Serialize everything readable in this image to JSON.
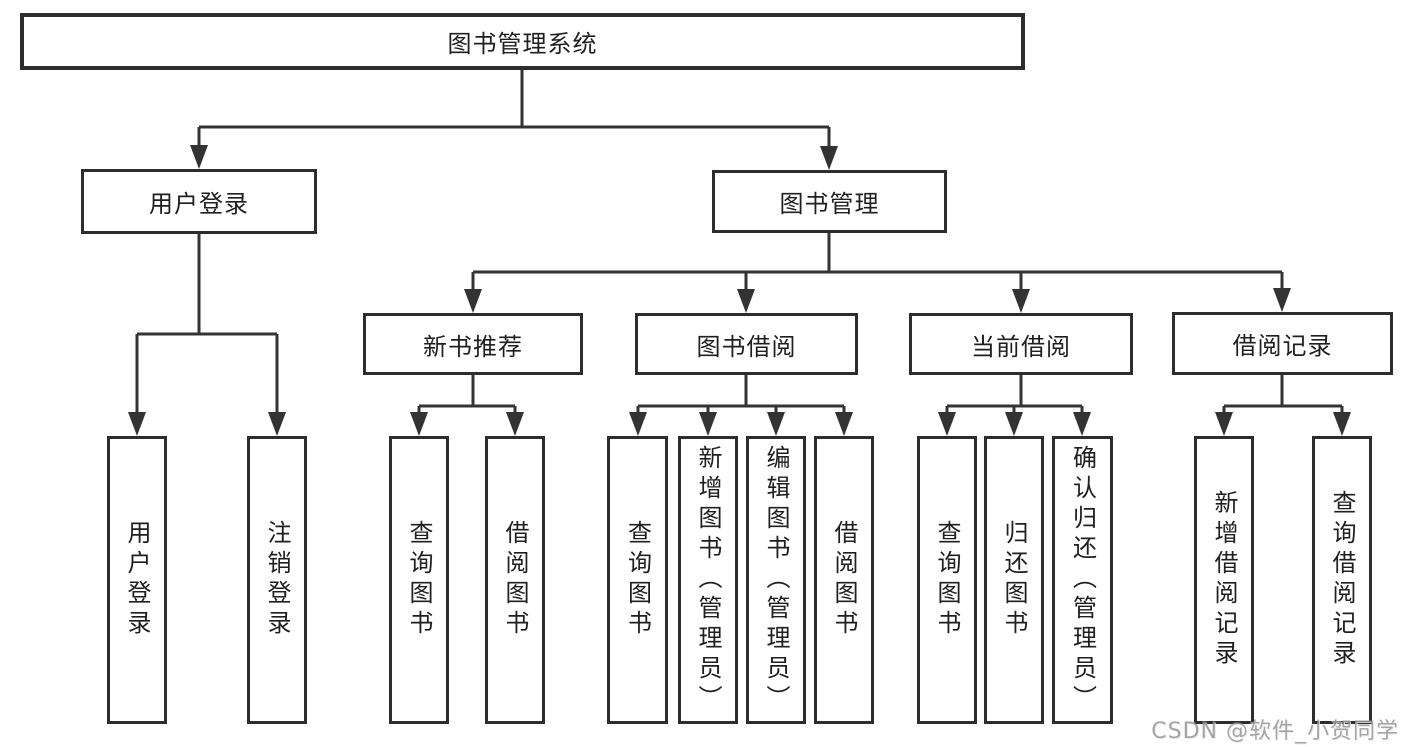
{
  "tree": {
    "label": "图书管理系统",
    "children": [
      {
        "label": "用户登录",
        "children": [
          {
            "label": "用户登录"
          },
          {
            "label": "注销登录"
          }
        ]
      },
      {
        "label": "图书管理",
        "children": [
          {
            "label": "新书推荐",
            "children": [
              {
                "label": "查询图书"
              },
              {
                "label": "借阅图书"
              }
            ]
          },
          {
            "label": "图书借阅",
            "children": [
              {
                "label": "查询图书"
              },
              {
                "label": "新增图书（管理员）"
              },
              {
                "label": "编辑图书（管理员）"
              },
              {
                "label": "借阅图书"
              }
            ]
          },
          {
            "label": "当前借阅",
            "children": [
              {
                "label": "查询图书"
              },
              {
                "label": "归还图书"
              },
              {
                "label": "确认归还（管理员）"
              }
            ]
          },
          {
            "label": "借阅记录",
            "children": [
              {
                "label": "新增借阅记录"
              },
              {
                "label": "查询借阅记录"
              }
            ]
          }
        ]
      }
    ]
  },
  "watermark": {
    "text": "CSDN @软件_小贺同学"
  },
  "colors": {
    "line": "#333333",
    "box_border": "#2d2d2d",
    "text": "#1f1f1f",
    "watermark": "#969696",
    "background": "#ffffff"
  }
}
